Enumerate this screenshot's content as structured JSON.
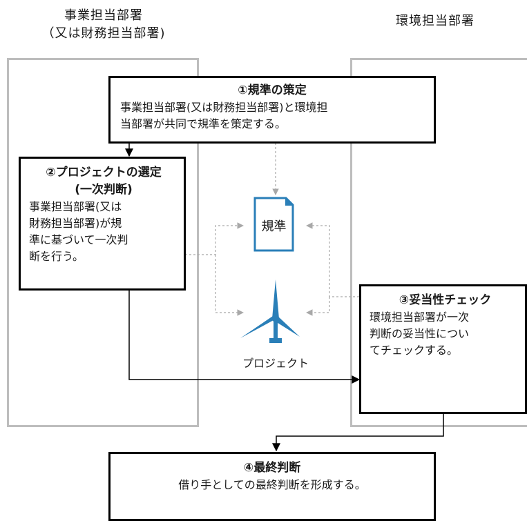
{
  "columns": {
    "left_title_line1": "事業担当部署",
    "left_title_line2": "（又は財務担当部署)",
    "right_title": "環境担当部署"
  },
  "boxes": {
    "step1": {
      "title": "①規準の策定",
      "body_line1": "事業担当部署(又は財務担当部署)と環境担",
      "body_line2": "当部署が共同で規準を策定する。"
    },
    "step2": {
      "title_line1": "②プロジェクトの選定",
      "title_line2": "(一次判断)",
      "body_line1": "事業担当部署(又は",
      "body_line2": "財務担当部署)が規",
      "body_line3": "準に基づいて一次判",
      "body_line4": "断を行う。"
    },
    "step3": {
      "title": "③妥当性チェック",
      "body_line1": "環境担当部署が一次",
      "body_line2": "判断の妥当性につい",
      "body_line3": "てチェックする。"
    },
    "step4": {
      "title": "④最終判断",
      "body": "借り手としての最終判断を形成する。"
    }
  },
  "center": {
    "document_label": "規準",
    "project_label": "プロジェクト",
    "document_icon": "document-icon",
    "project_icon": "wind-turbine-icon"
  },
  "colors": {
    "accent": "#2a7fb8",
    "lane_border": "#bdbdbd",
    "dashed": "#a8a8a8"
  }
}
